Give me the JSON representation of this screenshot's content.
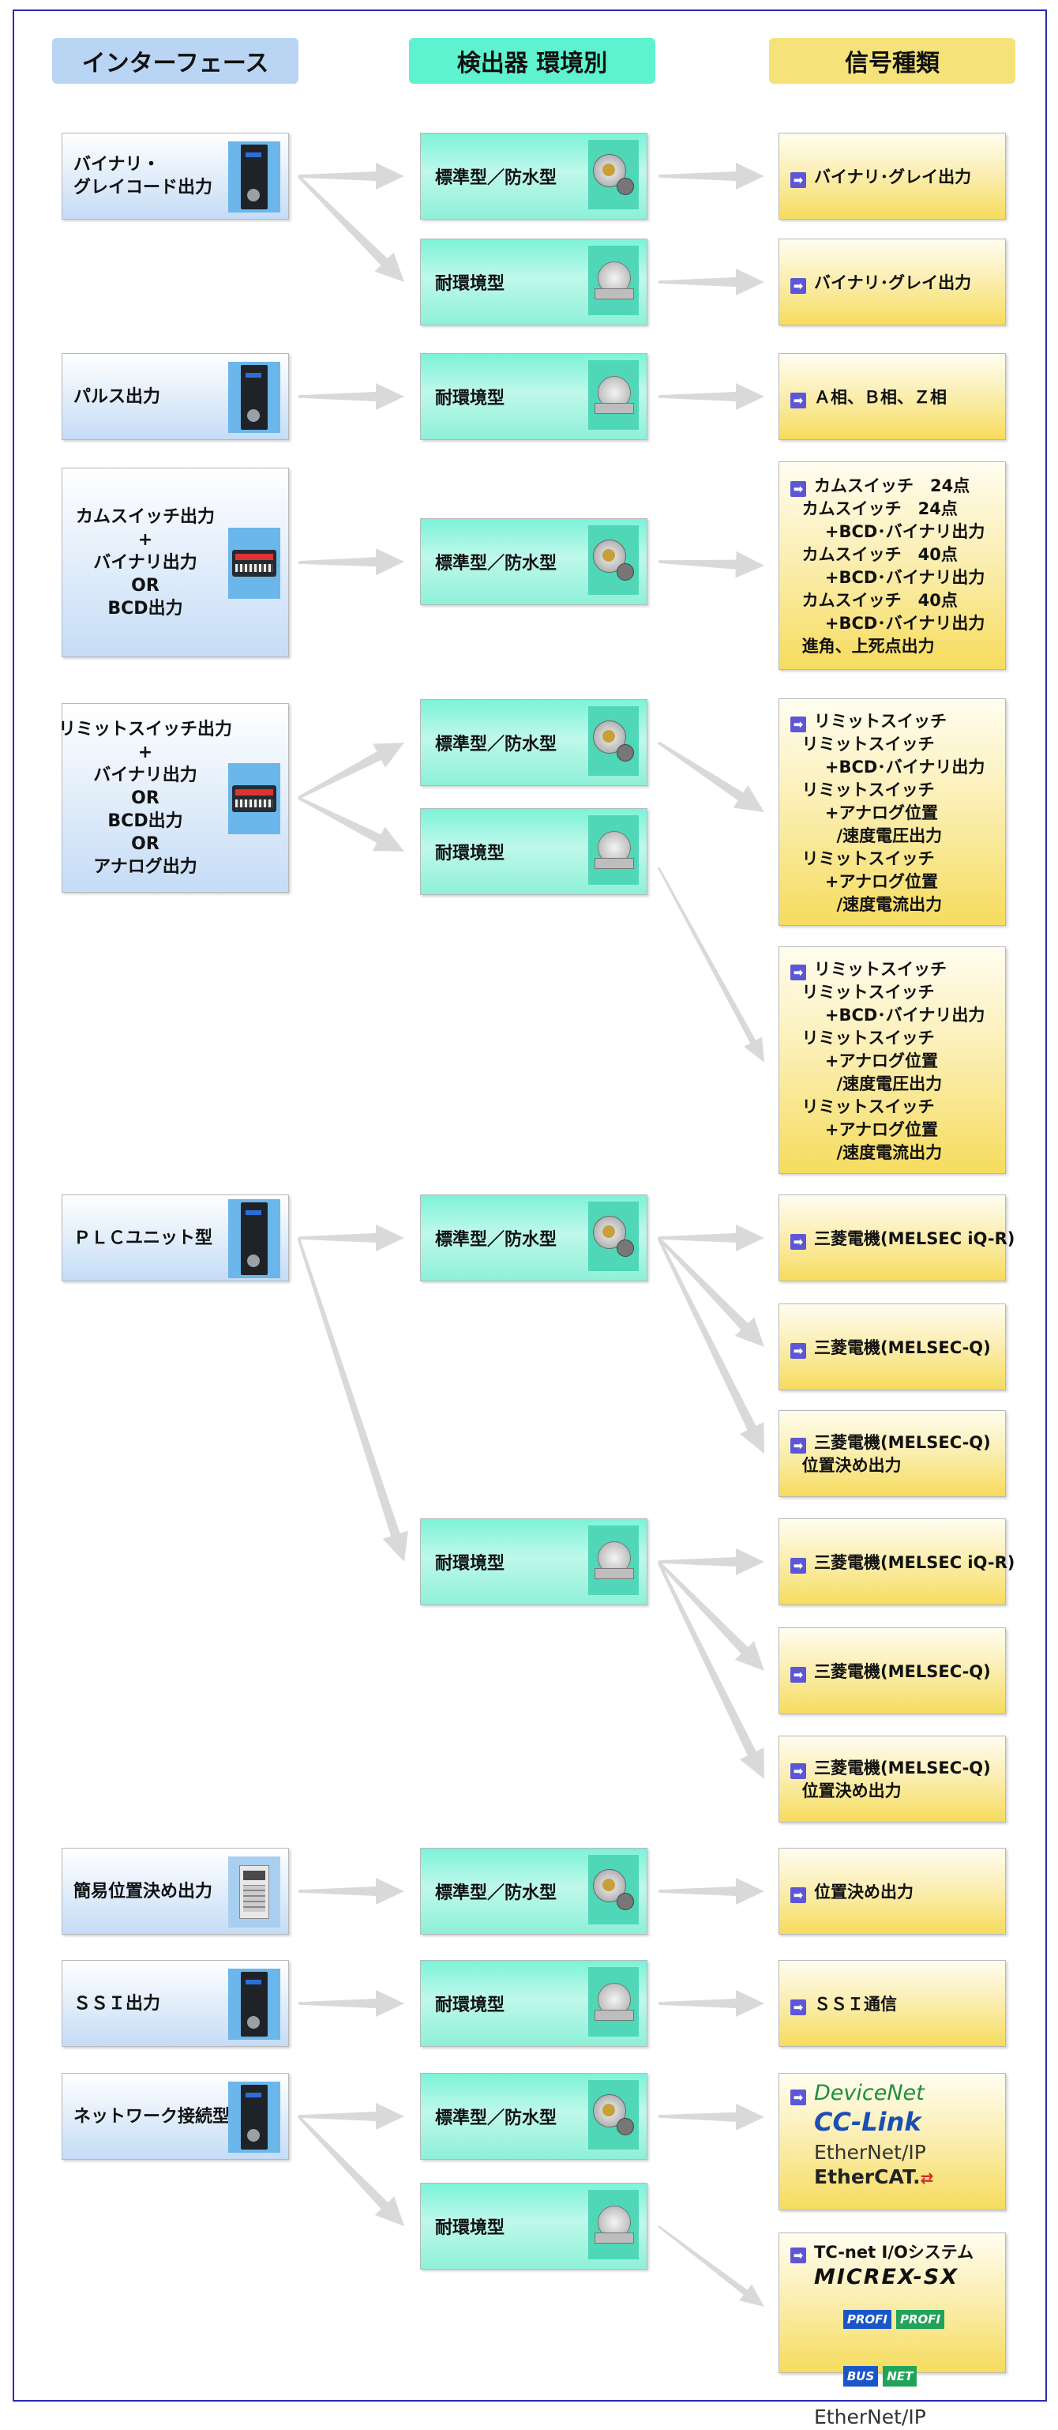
{
  "headers": {
    "interface": "インターフェース",
    "detector": "検出器 環境別",
    "signal": "信号種類"
  },
  "interfaces": [
    {
      "lines": [
        "バイナリ・",
        "グレイコード出力"
      ]
    },
    {
      "lines": [
        "パルス出力"
      ]
    },
    {
      "lines": [
        "カムスイッチ出力",
        "+",
        "バイナリ出力",
        "OR",
        "BCD出力"
      ]
    },
    {
      "lines": [
        "リミットスイッチ出力",
        "+",
        "バイナリ出力",
        "OR",
        "BCD出力",
        "OR",
        "アナログ出力"
      ]
    },
    {
      "lines": [
        "ＰＬＣユニット型"
      ]
    },
    {
      "lines": [
        "簡易位置決め出力"
      ]
    },
    {
      "lines": [
        "ＳＳＩ出力"
      ]
    },
    {
      "lines": [
        "ネットワーク接続型"
      ]
    }
  ],
  "detectors": [
    {
      "label": "標準型／防水型"
    },
    {
      "label": "耐環境型"
    },
    {
      "label": "耐環境型"
    },
    {
      "label": "標準型／防水型"
    },
    {
      "label": "標準型／防水型"
    },
    {
      "label": "耐環境型"
    },
    {
      "label": "標準型／防水型"
    },
    {
      "label": "耐環境型"
    },
    {
      "label": "標準型／防水型"
    },
    {
      "label": "耐環境型"
    },
    {
      "label": "標準型／防水型"
    },
    {
      "label": "耐環境型"
    }
  ],
  "signals": [
    {
      "lines": [
        "バイナリ･グレイ出力"
      ]
    },
    {
      "lines": [
        "バイナリ･グレイ出力"
      ]
    },
    {
      "lines": [
        "Ａ相、Ｂ相、Ｚ相"
      ]
    },
    {
      "lines": [
        "カムスイッチ　24点",
        "  カムスイッチ　24点",
        "      +BCD･バイナリ出力",
        "  カムスイッチ　40点",
        "      +BCD･バイナリ出力",
        "  カムスイッチ　40点",
        "      +BCD･バイナリ出力",
        "  進角、上死点出力"
      ]
    },
    {
      "lines": [
        "リミットスイッチ",
        "  リミットスイッチ",
        "      +BCD･バイナリ出力",
        "  リミットスイッチ",
        "      +アナログ位置",
        "        /速度電圧出力",
        "  リミットスイッチ",
        "      +アナログ位置",
        "        /速度電流出力"
      ]
    },
    {
      "lines": [
        "リミットスイッチ",
        "  リミットスイッチ",
        "      +BCD･バイナリ出力",
        "  リミットスイッチ",
        "      +アナログ位置",
        "        /速度電圧出力",
        "  リミットスイッチ",
        "      +アナログ位置",
        "        /速度電流出力"
      ]
    },
    {
      "lines": [
        "三菱電機(MELSEC iQ-R)"
      ]
    },
    {
      "lines": [
        "三菱電機(MELSEC-Q)"
      ]
    },
    {
      "lines": [
        "三菱電機(MELSEC-Q)",
        "  位置決め出力"
      ]
    },
    {
      "lines": [
        "三菱電機(MELSEC iQ-R)"
      ]
    },
    {
      "lines": [
        "三菱電機(MELSEC-Q)"
      ]
    },
    {
      "lines": [
        "三菱電機(MELSEC-Q)",
        "  位置決め出力"
      ]
    },
    {
      "lines": [
        "位置決め出力"
      ]
    },
    {
      "lines": [
        "ＳＳＩ通信"
      ]
    }
  ],
  "network_signal_1": {
    "devicenet": "DeviceNet",
    "cclink": "CC-Link",
    "ethernetip": "EtherNet/IP",
    "ethercat": "EtherCAT."
  },
  "network_signal_2": {
    "tcnet": "TC-net I/Oシステム",
    "micrex": "MICREX-SX",
    "profibus_top": "PROFI",
    "profibus_bottom": "BUS",
    "profinet_top": "PROFI",
    "profinet_bottom": "NET",
    "ethernetip": "EtherNet/IP"
  },
  "bullet_glyph": "➡",
  "colors": {
    "frame": "#2b2bb0",
    "interface_header": "#b9d5f3",
    "detector_header": "#5ef2cf",
    "signal_header": "#f5e37a",
    "arrow": "#d9d9d9",
    "bullet": "#5d56d6"
  },
  "icons": {
    "interface": "controller-device-icon",
    "detector": "absocoder-encoder-icon",
    "bullet": "arrow-bullet-icon"
  }
}
